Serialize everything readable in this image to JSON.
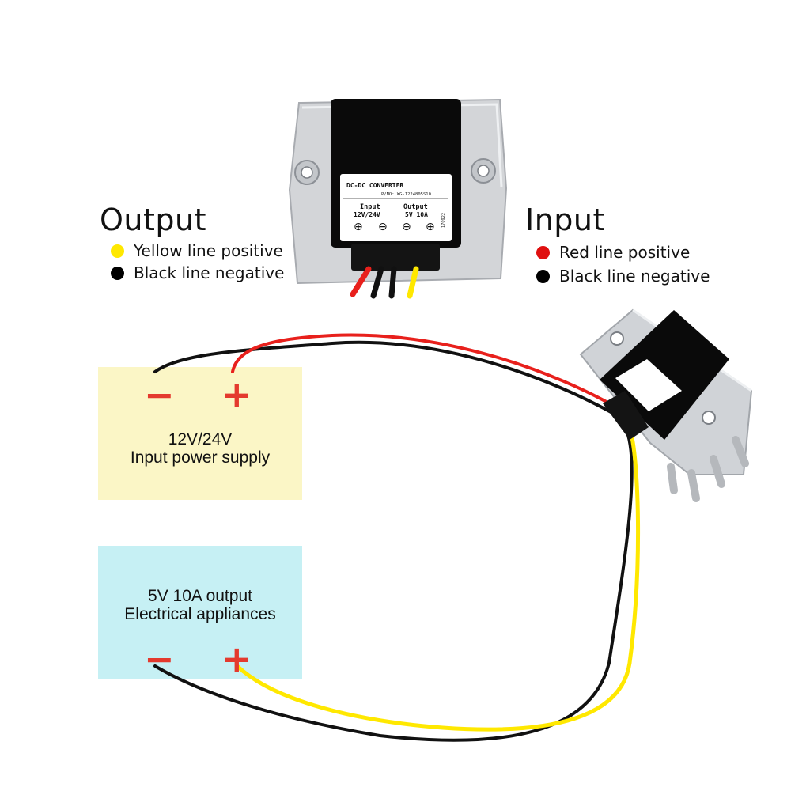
{
  "output_legend": {
    "heading": "Output",
    "items": [
      {
        "label": "Yellow line positive",
        "color": "#ffe800"
      },
      {
        "label": "Black line negative",
        "color": "#000000"
      }
    ]
  },
  "input_legend": {
    "heading": "Input",
    "items": [
      {
        "label": "Red line positive",
        "color": "#e01010"
      },
      {
        "label": "Black line negative",
        "color": "#000000"
      }
    ]
  },
  "converter_label": {
    "title": "DC-DC CONVERTER",
    "part_number": "P/NO: WG-1224805S10",
    "input_title": "Input",
    "input_value": "12V/24V",
    "output_title": "Output",
    "output_value": "5V 10A",
    "plus_symbol": "⊕",
    "minus_symbol": "⊖",
    "serial": "170922"
  },
  "input_box": {
    "minus": "−",
    "plus": "+",
    "line1": "12V/24V",
    "line2": "Input power supply",
    "color": "#fbf6c6",
    "sign_color": "#e43a2e"
  },
  "output_box": {
    "minus": "−",
    "plus": "+",
    "line1": "5V 10A output",
    "line2": "Electrical appliances",
    "color": "#c6f0f4",
    "sign_color": "#e43a2e"
  },
  "wire_colors": {
    "red": "#e8201c",
    "black": "#111111",
    "yellow": "#ffe800"
  }
}
